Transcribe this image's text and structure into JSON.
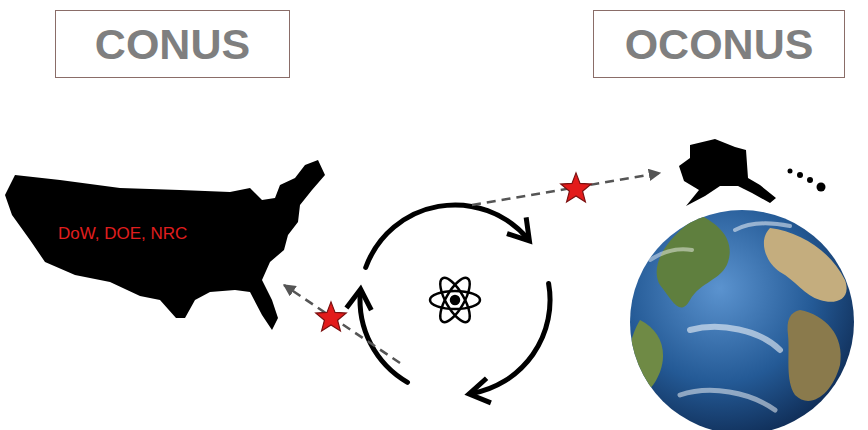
{
  "diagram": {
    "nodes": [
      {
        "text": [
          "CONUS"
        ]
      },
      {
        "text": [
          "OCONUS"
        ]
      },
      {
        "text": [
          "DoW, DOE, NRC"
        ]
      }
    ]
  }
}
